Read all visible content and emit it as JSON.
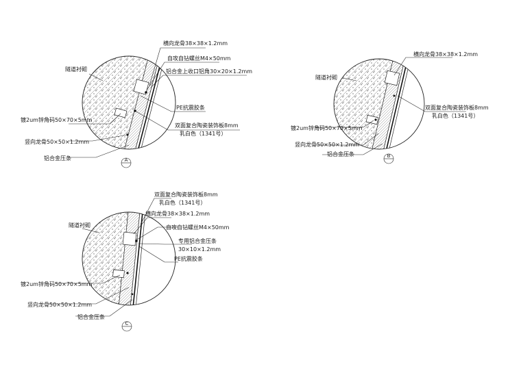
{
  "details": [
    {
      "id": "A",
      "mark": "A",
      "labels": {
        "cross_keel": "横向龙骨38×38×1.2mm",
        "tapping_screw": "自攻自钻螺丝M4×50mm",
        "edge_trim": "铝合金上收口铝角30×20×1.2mm",
        "tunnel_lining": "隧道衬砌",
        "pe_strip": "PE抗震胶条",
        "zinc_angle": "镀2um锌角码50×70×5mm",
        "panel_line1": "双面复合陶瓷装饰板8mm",
        "panel_line2": "乳白色（1341号）",
        "vertical_keel": "竖向龙骨50×50×1.2mm",
        "al_strip": "铝合金压条"
      }
    },
    {
      "id": "B",
      "mark": "B",
      "labels": {
        "cross_keel": "横向龙骨38×38×1.2mm",
        "tunnel_lining": "隧道衬砌",
        "panel_line1": "双面复合陶瓷装饰板8mm",
        "panel_line2": "乳白色（1341号）",
        "zinc_angle": "镀2um锌角码50×70×5mm",
        "vertical_keel": "竖向龙骨50×50×1.2mm",
        "al_strip": "铝合金压条"
      }
    },
    {
      "id": "C",
      "mark": "C",
      "labels": {
        "panel_line1": "双面复合陶瓷装饰板8mm",
        "panel_line2": "乳白色（1341号）",
        "cross_keel": "横向龙骨38×38×1.2mm",
        "tunnel_lining": "隧道衬砌",
        "tapping_screw": "自攻自钻螺丝M4×50mm",
        "special_strip_line1": "专用铝合金压条",
        "special_strip_line2": "30×10×1.2mm",
        "pe_strip": "PE抗震胶条",
        "zinc_angle": "镀2um锌角码50×70×5mm",
        "vertical_keel": "竖向龙骨50×50×1.2mm",
        "al_strip": "铝合金压条"
      }
    }
  ],
  "colors": {
    "line": "#222222",
    "hatch": "#555555",
    "background": "#ffffff"
  }
}
